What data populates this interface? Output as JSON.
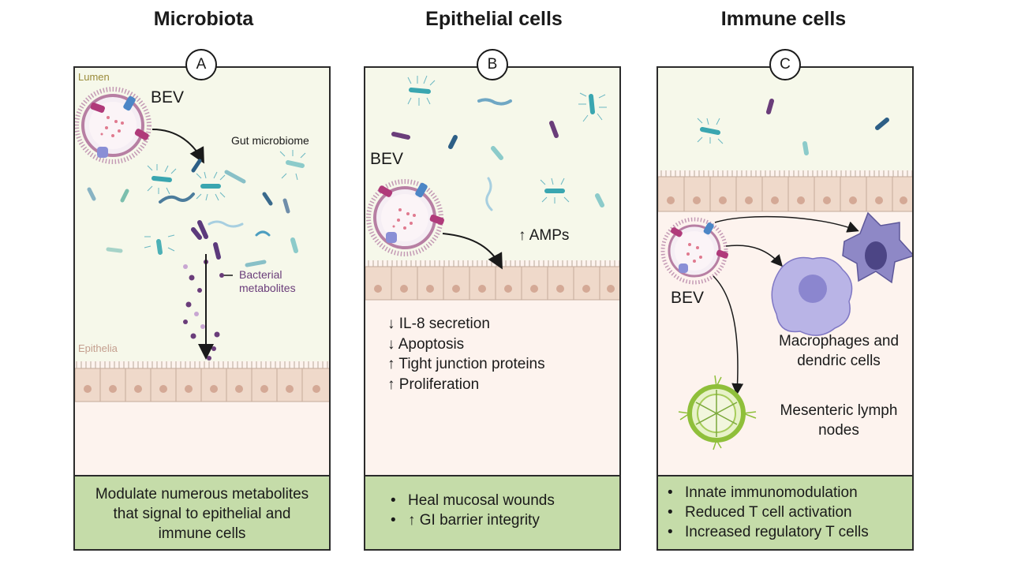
{
  "columns": [
    {
      "title": "Microbiota",
      "badge": "A",
      "labels": {
        "lumen": "Lumen",
        "bev": "BEV",
        "gut_microbiome": "Gut microbiome",
        "bacterial_metabolites": "Bacterial metabolites",
        "epithelia": "Epithelia"
      },
      "summary": "Modulate numerous metabolites that signal to epithelial and immune cells"
    },
    {
      "title": "Epithelial cells",
      "badge": "B",
      "labels": {
        "bev": "BEV",
        "amps": "↑ AMPs"
      },
      "effects": [
        "↓ IL-8 secretion",
        "↓ Apoptosis",
        "↑ Tight junction proteins",
        "↑ Proliferation"
      ],
      "summary_items": [
        "Heal mucosal wounds",
        "↑ GI barrier integrity"
      ]
    },
    {
      "title": "Immune cells",
      "badge": "C",
      "labels": {
        "bev": "BEV",
        "macrophages": "Macrophages and dendric cells",
        "lymph": "Mesenteric lymph nodes"
      },
      "summary_items": [
        "Innate immunomodulation",
        "Reduced T cell activation",
        "Increased regulatory T cells"
      ]
    }
  ],
  "colors": {
    "lumen": "#f6f8ea",
    "tissue": "#fdf3ee",
    "cell": "#efd9ca",
    "nucleus": "#d4a996",
    "summary": "#c5dca9",
    "bev_membrane": "#b77fa3",
    "arrow": "#1a1a1a",
    "metabolite": "#6a3d7a"
  }
}
